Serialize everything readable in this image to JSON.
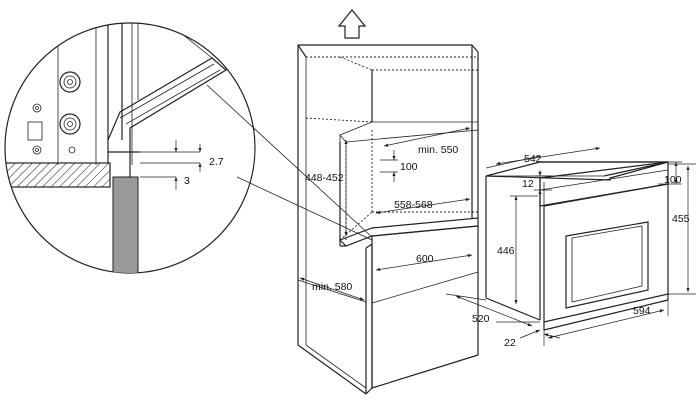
{
  "dimensions": {
    "detail_gap": "2.7",
    "detail_offset": "3",
    "cavity_min_depth": "min. 550",
    "vent_gap": "100",
    "cavity_height": "448-452",
    "cavity_width": "558-568",
    "cabinet_width": "600",
    "cabinet_min_depth": "min. 580",
    "oven_top_depth": "542",
    "oven_top_offset": "12",
    "oven_top_height": "100",
    "oven_body_height": "446",
    "oven_total_height": "455",
    "oven_depth": "520",
    "oven_width": "594",
    "oven_front_thickness": "22"
  }
}
